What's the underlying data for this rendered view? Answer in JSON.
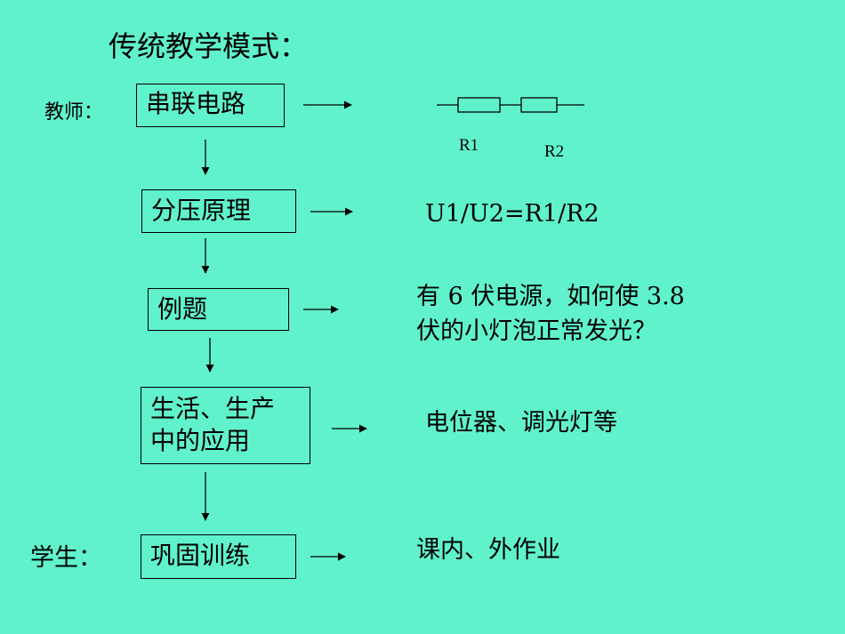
{
  "title": "传统教学模式：",
  "roles": {
    "teacher": "教师：",
    "student": "学生："
  },
  "steps": [
    {
      "label": "串联电路",
      "description": ""
    },
    {
      "label": "分压原理",
      "description": "U1/U2=R1/R2"
    },
    {
      "label": "例题",
      "description_line1": "有 6 伏电源，如何使 3.8",
      "description_line2": "伏的小灯泡正常发光？"
    },
    {
      "label_line1": "生活、生产",
      "label_line2": "中的应用",
      "description": "电位器、调光灯等"
    },
    {
      "label": "巩固训练",
      "description": "课内、外作业"
    }
  ],
  "circuit": {
    "resistor1": "R1",
    "resistor2": "R2"
  },
  "colors": {
    "background": "#60f2cc",
    "ink": "#000000"
  }
}
